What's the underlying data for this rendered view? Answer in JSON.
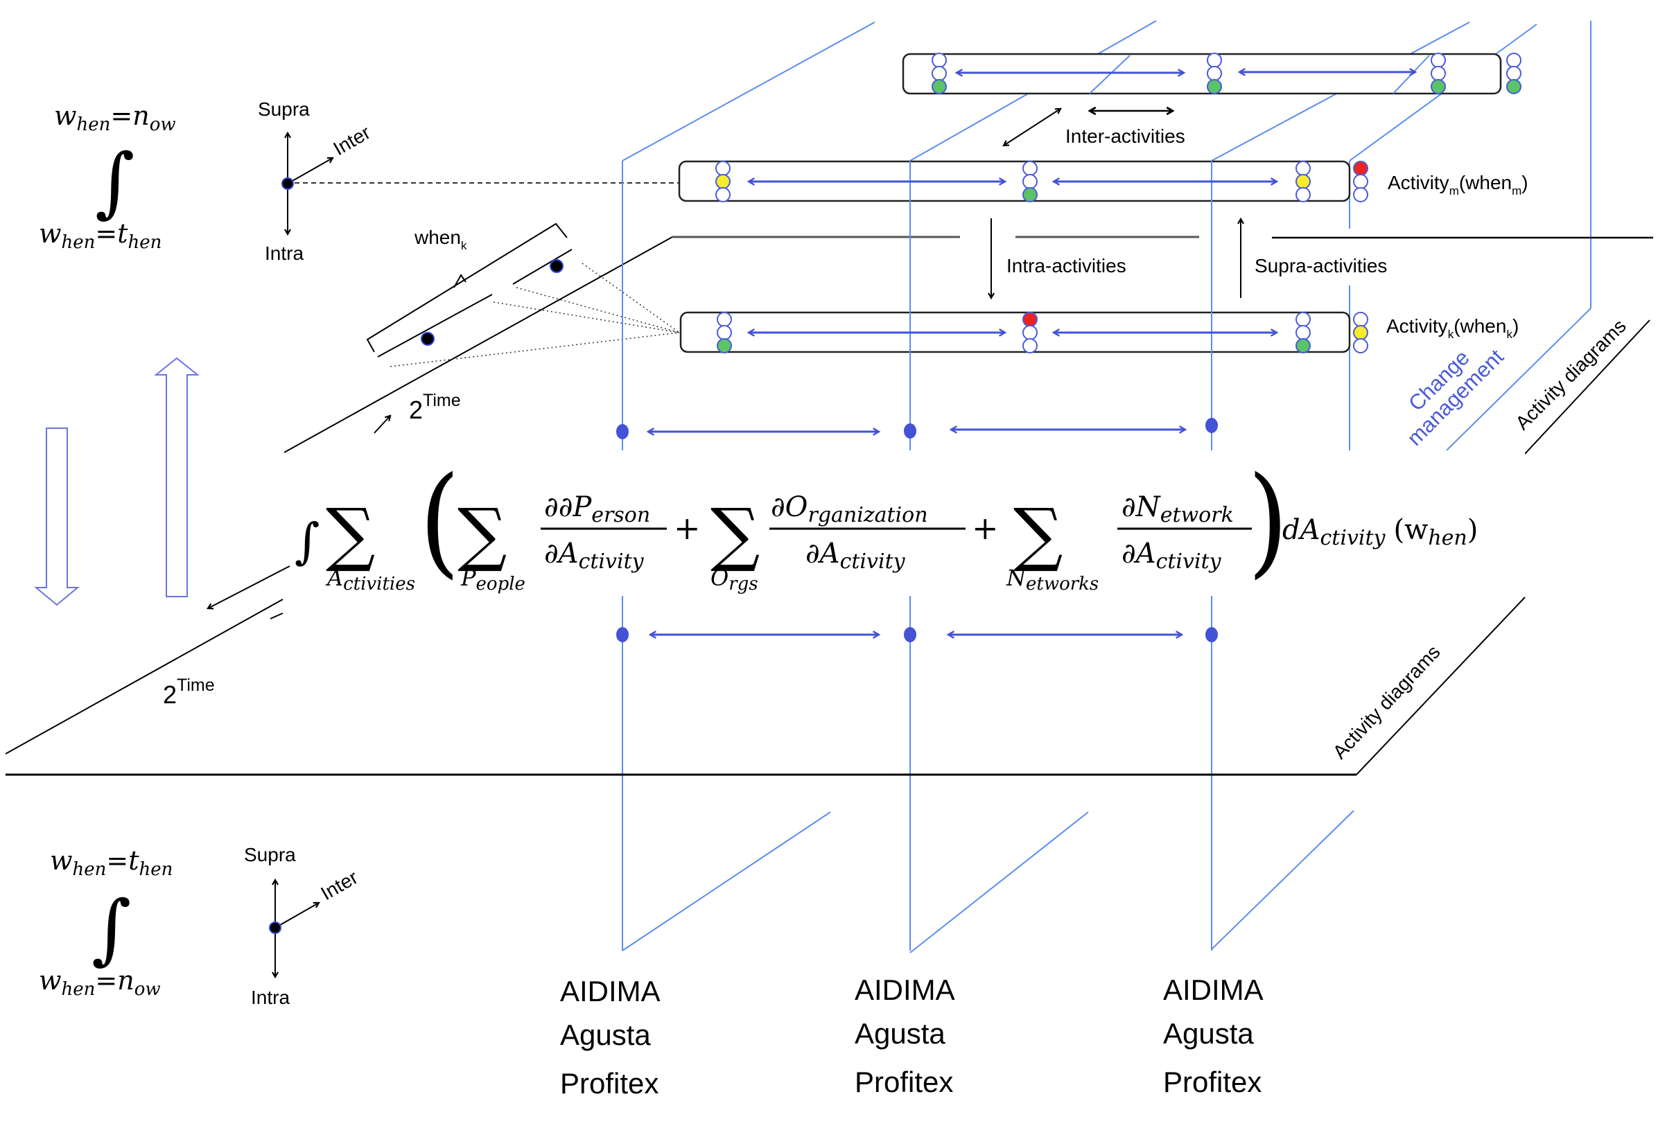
{
  "colors": {
    "plane_blue": "#5b8def",
    "arrow_blue": "#4352d6",
    "node_outline": "#4a5bd8",
    "node_green": "#5ac466",
    "node_yellow": "#f7ec2a",
    "node_red": "#ee2222",
    "black": "#000000",
    "label_blue": "#4a5bd8"
  },
  "top_left": {
    "integral": {
      "upper": "w_hen = n_ow",
      "upper_main": "w",
      "upper_sub": "hen",
      "upper_eq": "=",
      "upper_rhs_main": "n",
      "upper_rhs_sub": "ow",
      "lower_main": "w",
      "lower_sub": "hen",
      "lower_eq": "=",
      "lower_rhs_main": "t",
      "lower_rhs_sub": "hen"
    },
    "axes": {
      "supra": "Supra",
      "inter": "Inter",
      "intra": "Intra"
    }
  },
  "bottom_left": {
    "integral": {
      "upper_main": "w",
      "upper_sub": "hen",
      "upper_eq": "=",
      "upper_rhs_main": "t",
      "upper_rhs_sub": "hen",
      "lower_main": "w",
      "lower_sub": "hen",
      "lower_eq": "=",
      "lower_rhs_main": "n",
      "lower_rhs_sub": "ow"
    },
    "axes": {
      "supra": "Supra",
      "inter": "Inter",
      "intra": "Intra"
    }
  },
  "time_labels": {
    "upper": {
      "base": "2",
      "exp": "Time"
    },
    "lower": {
      "base": "2",
      "exp": "Time"
    }
  },
  "when_bracket": {
    "main": "when",
    "sub": "k"
  },
  "relations": {
    "inter": "Inter-activities",
    "intra": "Intra-activities",
    "supra": "Supra-activities"
  },
  "activity_labels": {
    "m": {
      "main": "Activity",
      "sub": "m",
      "paren_main": "(when",
      "paren_sub": "m",
      "close": ")"
    },
    "k": {
      "main": "Activity",
      "sub": "k",
      "paren_main": "(when",
      "paren_sub": "k",
      "close": ")"
    }
  },
  "side_labels": {
    "change_management_line1": "Change",
    "change_management_line2": "management",
    "activity_diagrams_upper": "Activity diagrams",
    "activity_diagrams_lower": "Activity diagrams"
  },
  "equation": {
    "integral": "∫",
    "sum": "∑",
    "outer_sub_main": "A",
    "outer_sub_rest": "ctivities",
    "open_paren": "(",
    "close_paren": ")",
    "terms": [
      {
        "sum_sub_main": "P",
        "sum_sub_rest": "eople",
        "num_main": "∂P",
        "num_sub": "erson",
        "den_main": "∂A",
        "den_sub": "ctivity"
      },
      {
        "sum_sub_main": "O",
        "sum_sub_rest": "rgs",
        "num_main": "∂O",
        "num_sub": "rganization",
        "den_main": "∂A",
        "den_sub": "ctivity"
      },
      {
        "sum_sub_main": "N",
        "sum_sub_rest": "etworks",
        "num_main": "∂N",
        "num_sub": "etwork",
        "den_main": "∂A",
        "den_sub": "ctivity"
      }
    ],
    "plus": "+",
    "tail_main": "dA",
    "tail_sub": "ctivity",
    "tail_arg_open": "(w",
    "tail_arg_sub": "hen",
    "tail_arg_close": ")"
  },
  "activity_rows": [
    {
      "id": "upper-activity",
      "nodes": [
        [
          "empty",
          "empty",
          "green"
        ],
        [
          "empty",
          "empty",
          "green"
        ],
        [
          "empty",
          "empty",
          "green"
        ]
      ],
      "outside_node": [
        "empty",
        "empty",
        "green"
      ]
    },
    {
      "id": "activity-m",
      "nodes": [
        [
          "empty",
          "yellow",
          "empty"
        ],
        [
          "empty",
          "empty",
          "green"
        ],
        [
          "empty",
          "yellow",
          "empty"
        ]
      ],
      "outside_node": [
        "red",
        "empty",
        "empty"
      ]
    },
    {
      "id": "activity-k",
      "nodes": [
        [
          "empty",
          "empty",
          "green"
        ],
        [
          "red",
          "empty",
          "empty"
        ],
        [
          "empty",
          "empty",
          "green"
        ]
      ],
      "outside_node": [
        "empty",
        "yellow",
        "empty"
      ]
    }
  ],
  "partners": [
    {
      "lines": [
        "AIDIMA",
        "Agusta",
        "Profitex"
      ]
    },
    {
      "lines": [
        "AIDIMA",
        "Agusta",
        "Profitex"
      ]
    },
    {
      "lines": [
        "AIDIMA",
        "Agusta",
        "Profitex"
      ]
    }
  ]
}
